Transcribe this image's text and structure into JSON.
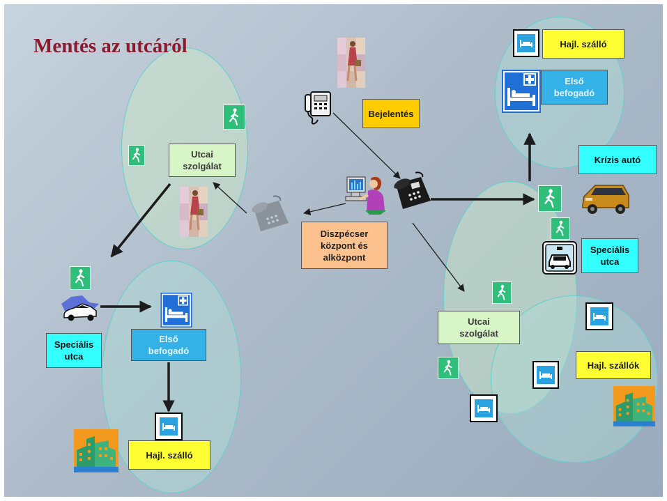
{
  "slide": {
    "title": "Mentés az utcáról"
  },
  "labels": {
    "hajl_szallo_top": "Hajl. szálló",
    "elso_befogado_top": "Első befogadó",
    "bejelentes": "Bejelentés",
    "krizis_auto": "Krízis autó",
    "utcai_szolgalat_left": "Utcai szolgálat",
    "diszpecser": "Diszpécser központ és alközpont",
    "specialis_utca_right": "Speciális utca",
    "specialis_utca_left": "Speciális utca",
    "elso_befogado_left": "Első befogadó",
    "utcai_szolgalat_right": "Utcai szolgálat",
    "hajl_szallok_right": "Hajl. szállók",
    "hajl_szallo_bottom": "Hajl. szálló"
  },
  "colors": {
    "title": "#8b1a2e",
    "label_yellow": "#ffff33",
    "label_gold": "#ffcc00",
    "label_cyan": "#33ffff",
    "label_light_green": "#d8f5c8",
    "label_blue": "#34b2e8",
    "label_peach": "#fbc28f",
    "walker": "#2fbf7a",
    "bed_sign": "#2aa2e0",
    "ellipse_border": "#62d0cc"
  },
  "icons": [
    "walking-person-icon",
    "bed-sign-icon",
    "hospital-bed-icon",
    "telephone-icon",
    "dispatcher-operator-icon",
    "car-icon",
    "van-icon",
    "police-car-icon",
    "building-icon",
    "woman-figure-icon"
  ]
}
